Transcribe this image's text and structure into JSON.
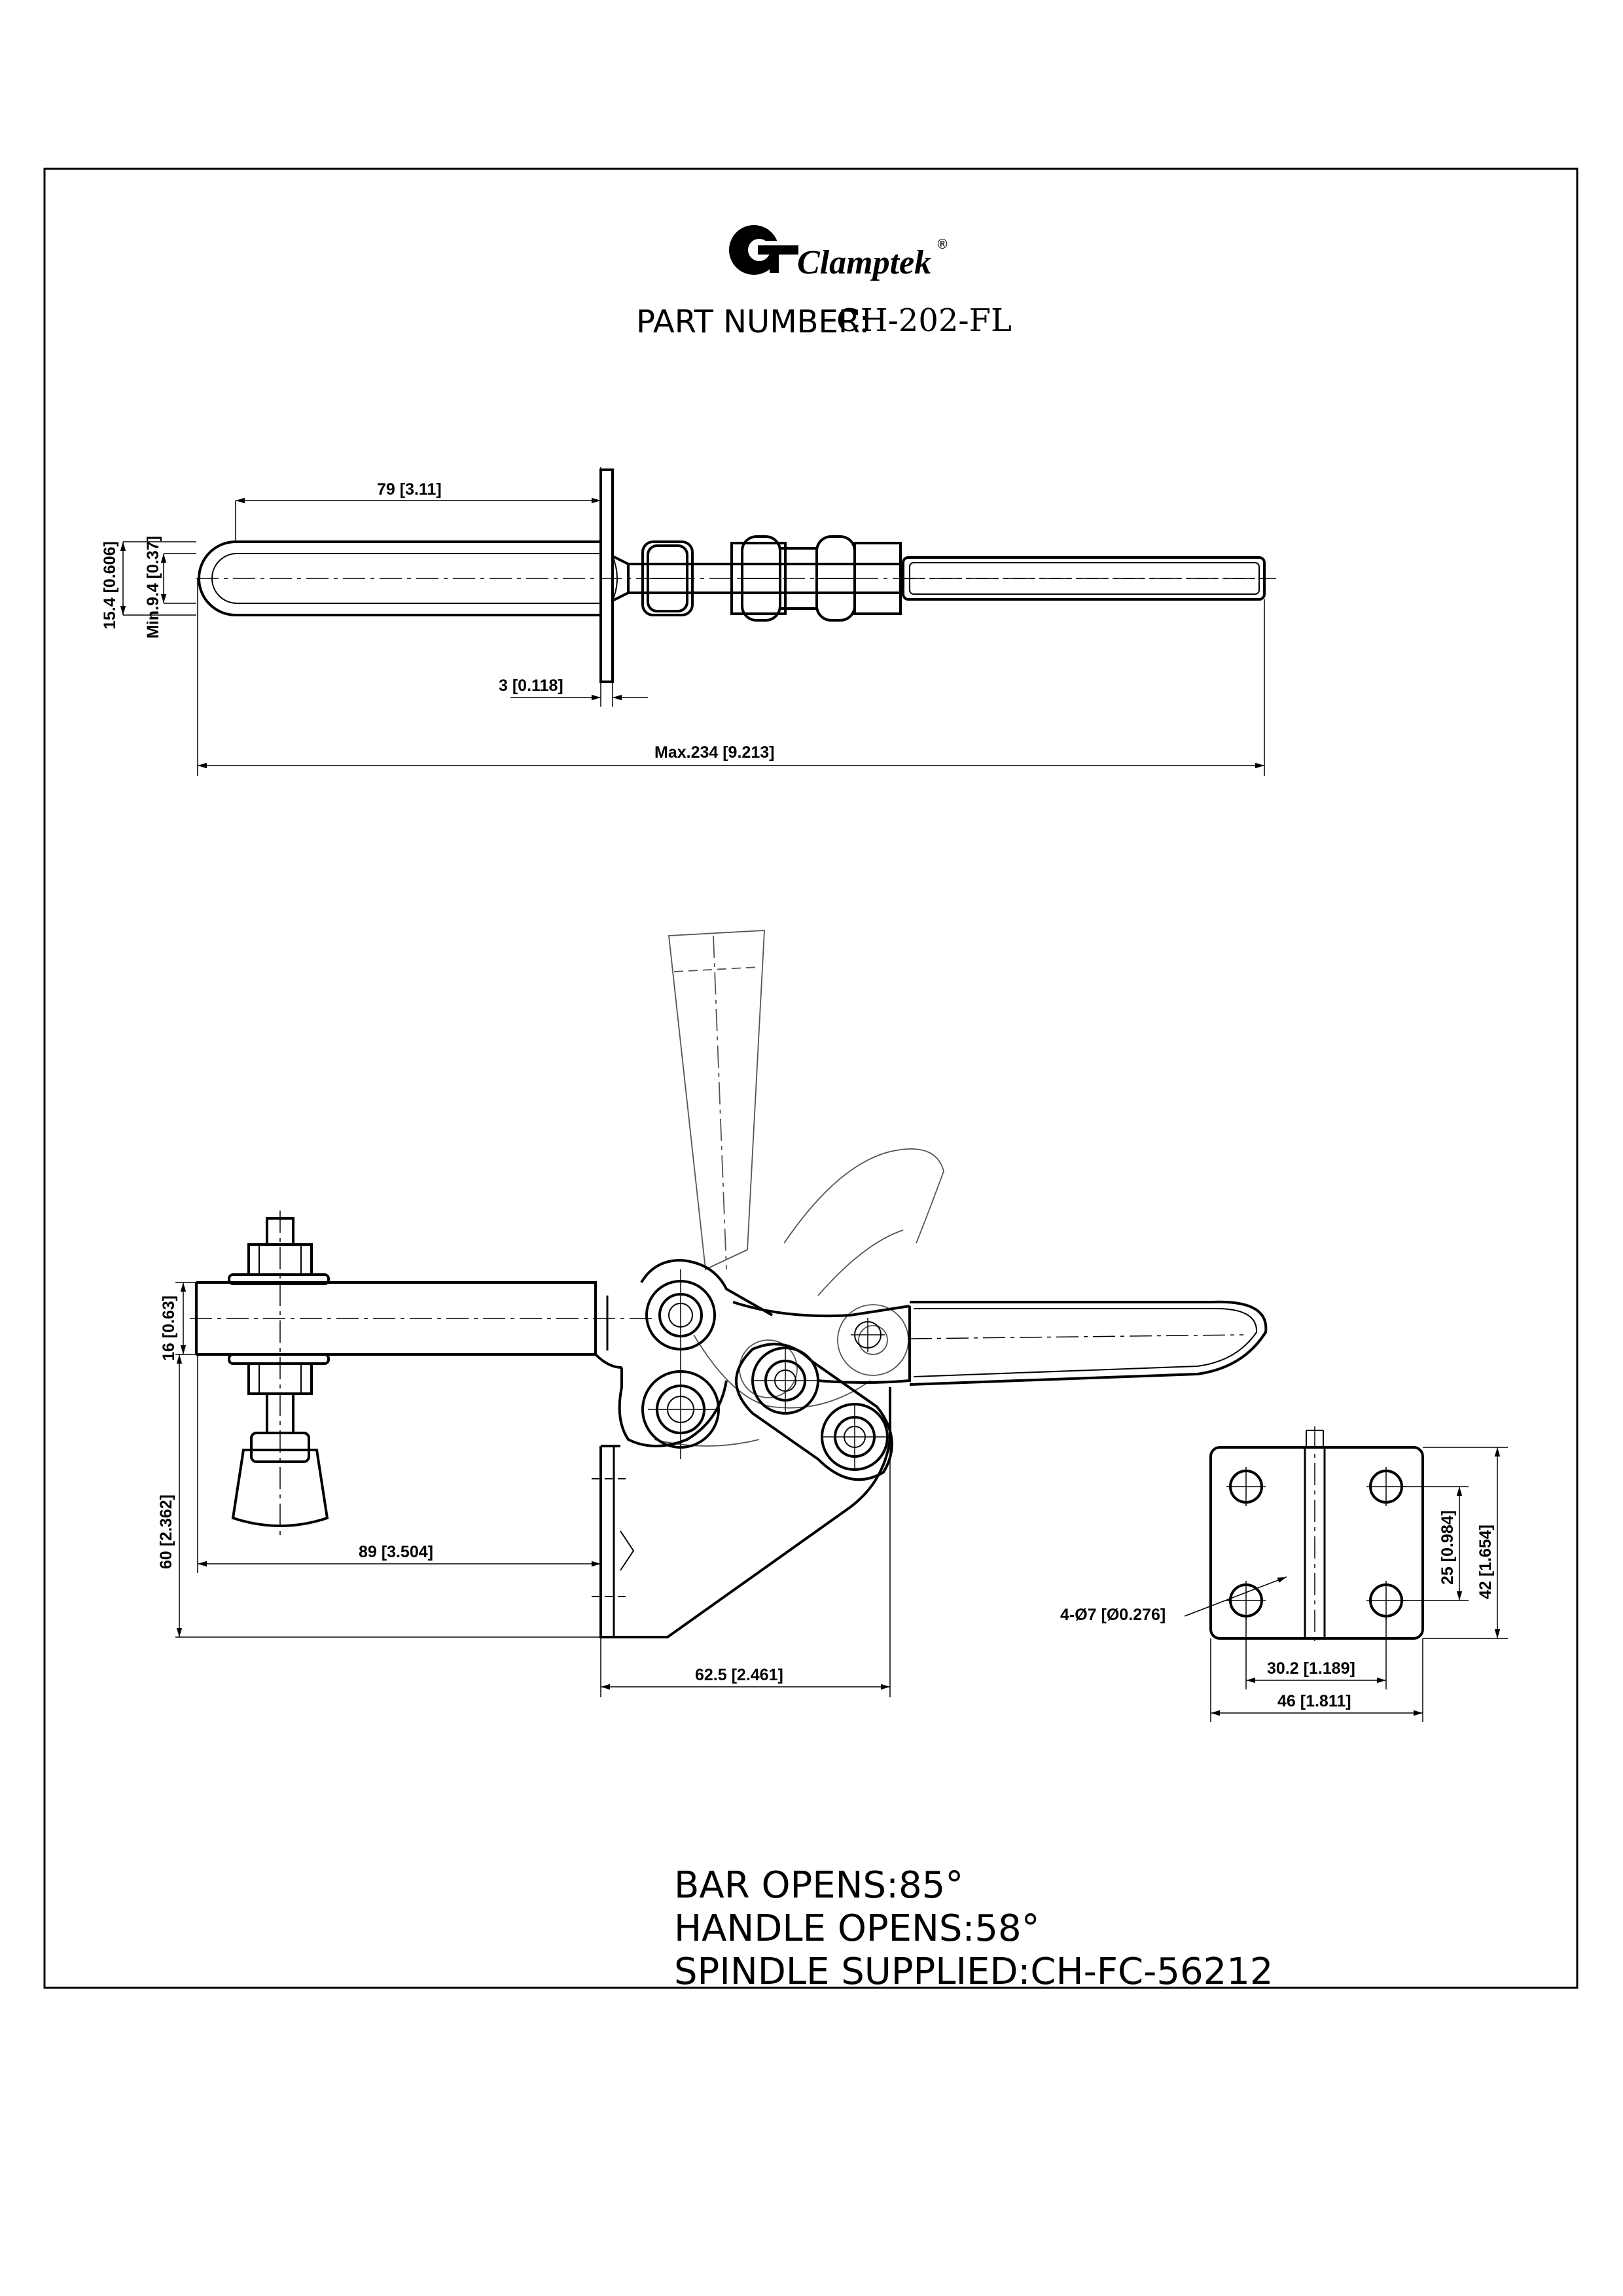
{
  "brand": {
    "name": "Clamptek",
    "registered": "®"
  },
  "title": {
    "label": "PART NUMBER:",
    "value": "CH-202-FL"
  },
  "top_view": {
    "dim_bar_length": "79 [3.11]",
    "dim_width": "15.4 [0.606]",
    "dim_min": "Min.9.4 [0.37]",
    "dim_plate": "3 [0.118]",
    "dim_total": "Max.234 [9.213]"
  },
  "side_view": {
    "dim_bar_height": "16 [0.63]",
    "dim_height": "60 [2.362]",
    "dim_reach": "89 [3.504]",
    "dim_base": "62.5 [2.461]"
  },
  "base_view": {
    "dim_holes": "4-Ø7 [Ø0.276]",
    "dim_hole_spacing_v": "25 [0.984]",
    "dim_height": "42 [1.654]",
    "dim_hole_spacing_h": "30.2 [1.189]",
    "dim_width": "46 [1.811]"
  },
  "notes": {
    "bar_opens": "BAR OPENS:85°",
    "handle_opens": "HANDLE OPENS:58°",
    "spindle": "SPINDLE SUPPLIED:CH-FC-56212"
  }
}
